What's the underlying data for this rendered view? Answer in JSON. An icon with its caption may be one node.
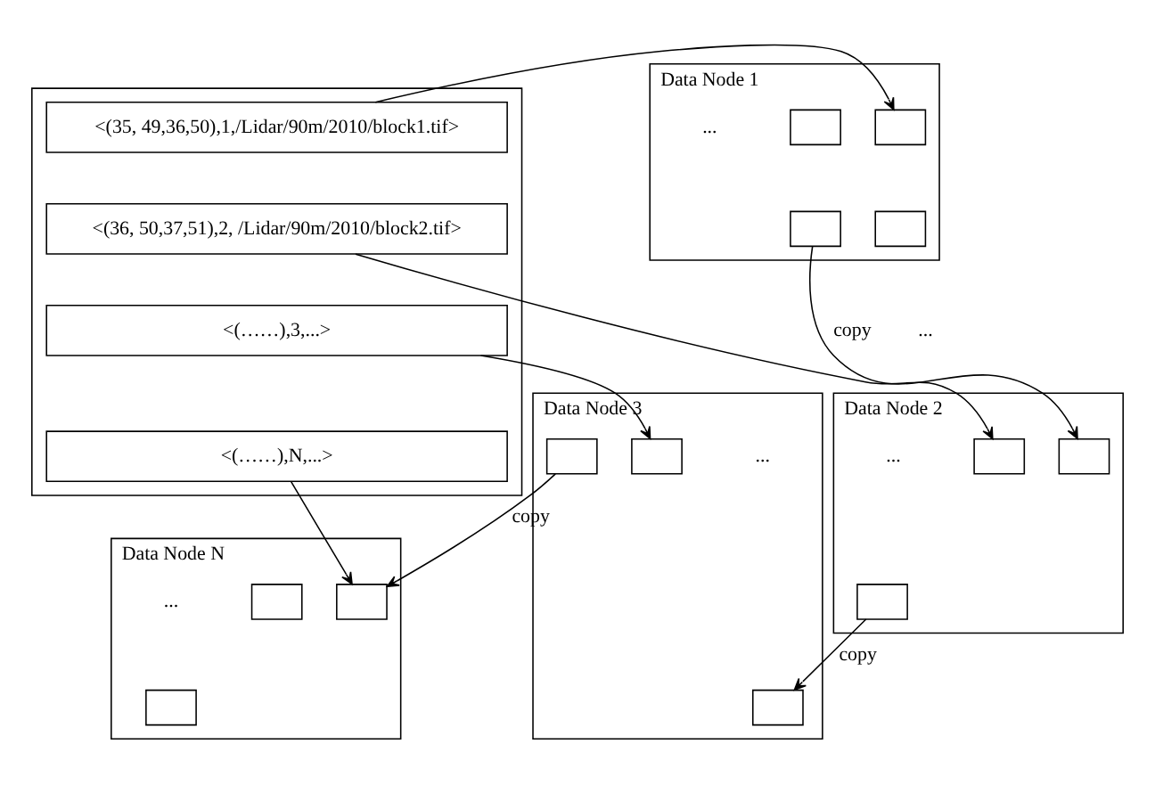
{
  "diagram": {
    "nodes": [
      {
        "text": [],
        "shape": "box"
      },
      {
        "text": [
          "<(35, 49,36,50),1,/Lidar/90m/2010/block1.tif>"
        ],
        "in": 0
      },
      {
        "text": [
          "<(36, 50,37,51),2, /Lidar/90m/2010/block2.tif>"
        ],
        "in": 0
      },
      {
        "text": [
          "<(……),3,...>"
        ],
        "in": 0
      },
      {
        "text": [
          "<(……),N,...>"
        ],
        "in": 0
      },
      {
        "text": [
          "Data Node 1"
        ]
      },
      {
        "text": [],
        "shape": "box",
        "in": 5
      },
      {
        "text": [],
        "shape": "box",
        "in": 5
      },
      {
        "text": [],
        "shape": "box",
        "in": 5
      },
      {
        "text": [],
        "shape": "box",
        "in": 5
      },
      {
        "text": [
          "Data Node N"
        ]
      },
      {
        "text": [],
        "shape": "box",
        "in": 10
      },
      {
        "text": [],
        "shape": "box",
        "in": 10
      },
      {
        "text": [],
        "shape": "box",
        "in": 10
      },
      {
        "text": [
          "Data Node 3"
        ]
      },
      {
        "text": [],
        "shape": "box",
        "in": 14
      },
      {
        "text": [],
        "shape": "box",
        "in": 14
      },
      {
        "text": [],
        "shape": "box",
        "in": 14
      },
      {
        "text": [
          "Data Node 2"
        ]
      },
      {
        "text": [],
        "shape": "box",
        "in": 18
      },
      {
        "text": [],
        "shape": "box",
        "in": 18
      },
      {
        "text": [],
        "shape": "box",
        "in": 18
      }
    ],
    "edges": [
      {
        "from": 1,
        "to": 6,
        "arrow": "to"
      },
      {
        "from": 2,
        "to": 19,
        "arrow": "to"
      },
      {
        "from": 3,
        "to": 16,
        "arrow": "to"
      },
      {
        "from": 4,
        "to": 12,
        "arrow": "to"
      },
      {
        "from": 9,
        "to": 20,
        "arrow": "to",
        "label": "copy"
      },
      {
        "from": 21,
        "to": 17,
        "arrow": "to",
        "label": "copy"
      },
      {
        "from": 15,
        "to": 12,
        "arrow": "to",
        "label": "copy"
      }
    ],
    "labels": [
      "...",
      "...",
      "...",
      "...",
      "..."
    ]
  }
}
